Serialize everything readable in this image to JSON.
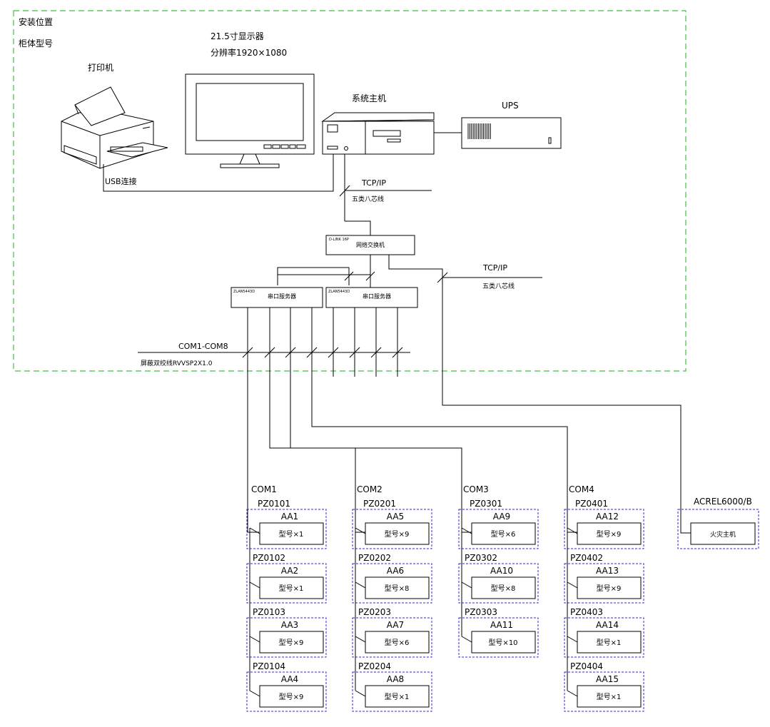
{
  "zone": {
    "install_location": "安装位置",
    "cabinet_model": "柜体型号"
  },
  "devices": {
    "monitor_size": "21.5寸显示器",
    "monitor_resolution": "分辨率1920×1080",
    "printer": "打印机",
    "host": "系统主机",
    "ups": "UPS",
    "usb_link": "USB连接",
    "switch_brand": "D-LINK 16P",
    "switch": "网络交换机",
    "serial_server_model": "ZLAN5443D",
    "serial_server": "串口服务器",
    "fire_model": "ACREL6000/B",
    "fire_host": "火灾主机"
  },
  "links": {
    "tcpip_1": "TCP/IP",
    "cable_1": "五类八芯线",
    "tcpip_2": "TCP/IP",
    "cable_2": "五类八芯线",
    "com_bus": "COM1-COM8",
    "com_cable": "屏蔽双绞线RVVSP2X1.0"
  },
  "columns": [
    {
      "com": "COM1",
      "panels": [
        {
          "pz": "PZ0101",
          "aa": "AA1",
          "model": "型号×1"
        },
        {
          "pz": "PZ0102",
          "aa": "AA2",
          "model": "型号×1"
        },
        {
          "pz": "PZ0103",
          "aa": "AA3",
          "model": "型号×9"
        },
        {
          "pz": "PZ0104",
          "aa": "AA4",
          "model": "型号×9"
        }
      ]
    },
    {
      "com": "COM2",
      "panels": [
        {
          "pz": "PZ0201",
          "aa": "AA5",
          "model": "型号×9"
        },
        {
          "pz": "PZ0202",
          "aa": "AA6",
          "model": "型号×8"
        },
        {
          "pz": "PZ0203",
          "aa": "AA7",
          "model": "型号×6"
        },
        {
          "pz": "PZ0204",
          "aa": "AA8",
          "model": "型号×1"
        }
      ]
    },
    {
      "com": "COM3",
      "panels": [
        {
          "pz": "PZ0301",
          "aa": "AA9",
          "model": "型号×6"
        },
        {
          "pz": "PZ0302",
          "aa": "AA10",
          "model": "型号×8"
        },
        {
          "pz": "PZ0303",
          "aa": "AA11",
          "model": "型号×10"
        }
      ]
    },
    {
      "com": "COM4",
      "panels": [
        {
          "pz": "PZ0401",
          "aa": "AA12",
          "model": "型号×9"
        },
        {
          "pz": "PZ0402",
          "aa": "AA13",
          "model": "型号×9"
        },
        {
          "pz": "PZ0403",
          "aa": "AA14",
          "model": "型号×1"
        },
        {
          "pz": "PZ0404",
          "aa": "AA15",
          "model": "型号×1"
        }
      ]
    }
  ]
}
